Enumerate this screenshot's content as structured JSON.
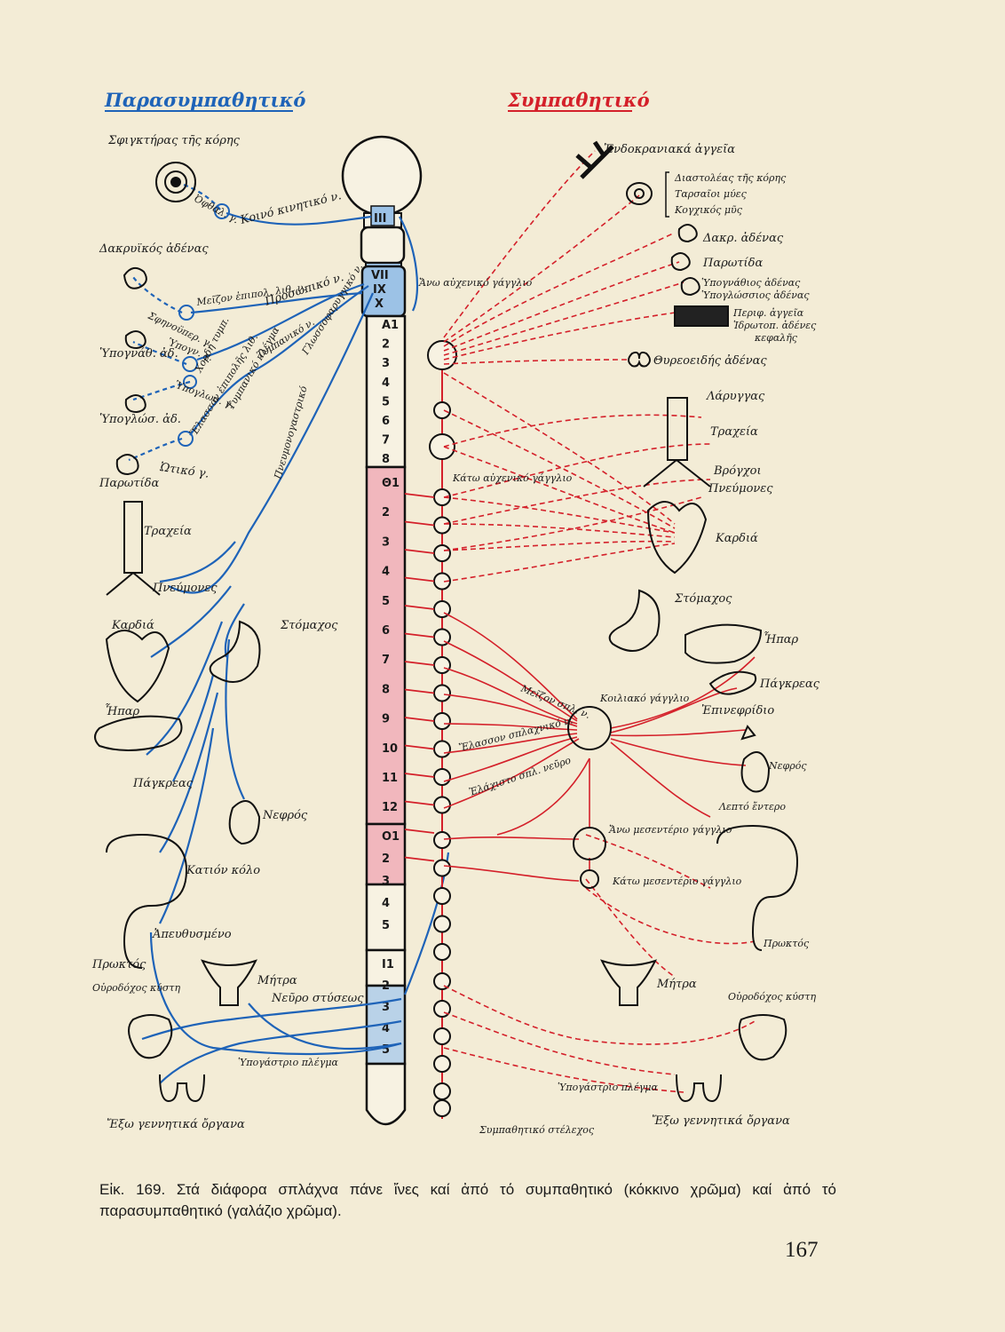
{
  "headers": {
    "parasympathetic": "Παρασυμπαθητικό",
    "sympathetic": "Συμπαθητικό"
  },
  "cord": {
    "cranial": [
      "III",
      "VII",
      "IX",
      "X"
    ],
    "cervical": [
      "A1",
      "2",
      "3",
      "4",
      "5",
      "6",
      "7",
      "8"
    ],
    "thoracic": [
      "Θ1",
      "2",
      "3",
      "4",
      "5",
      "6",
      "7",
      "8",
      "9",
      "10",
      "11",
      "12"
    ],
    "lumbar": [
      "O1",
      "2",
      "3",
      "4",
      "5"
    ],
    "sacral": [
      "I1",
      "2",
      "3",
      "4",
      "5"
    ]
  },
  "para_labels": {
    "sphincter": "Σφιγκτήρας τῆς κόρης",
    "ophthalmic": "Ὀφθαλ. γ.",
    "oculomotor": "Κοινό κινητικό ν.",
    "lacrimal": "Δακρυϊκός ἀδένας",
    "greater_petrosal": "Μεῖζον ἐπιπολ. λιθ. ν.",
    "pterygopalatine": "Σφηνοϋπερ. γ.",
    "facial": "Προσωπικό ν.",
    "submandibular_g": "Ὑπογν. γ.",
    "chorda": "Χορδή τυμπ.",
    "submandibular": "Ὑπογνάθ. ἀδ.",
    "sublingual_g": "Ὑπογλωσ. γ.",
    "tympanic": "Τυμπανικό ν.",
    "glossopharyngeal": "Γλωσσοφαρυγγικό ν.",
    "tympanic_plexus": "Τυμπανικό πλέγμα",
    "lesser_petrosal": "Ἔλασσον ἐπιπολῆς λιθ.",
    "sublingual": "Ὑπογλώσ. ἀδ.",
    "otic": "Ὠτικό γ.",
    "parotid": "Παρωτίδα",
    "vagus": "Πνευμονογαστρικό",
    "trachea": "Τραχεία",
    "lungs": "Πνεύμονες",
    "heart": "Καρδιά",
    "stomach": "Στόμαχος",
    "liver": "Ἧπαρ",
    "pancreas": "Πάγκρεας",
    "kidney": "Νεφρός",
    "colon": "Κατιόν κόλο",
    "rectum_sigmoid": "Ἀπευθυσμένο",
    "rectum": "Πρωκτός",
    "uterus": "Μήτρα",
    "pelvic_nerve": "Νεῦρο στύσεως",
    "bladder": "Οὐροδόχος κύστη",
    "hypogastric": "Ὑπογάστριο πλέγμα",
    "genitals": "Ἔξω γεννητικά ὄργανα"
  },
  "symp_labels": {
    "intracranial": "Ἐνδοκρανιακά ἀγγεῖα",
    "dilator": "Διαστολέας τῆς κόρης",
    "tarsal": "Ταρσαῖοι μύες",
    "orbital": "Κογχικός μῦς",
    "lacrimal": "Δακρ. ἀδένας",
    "parotid": "Παρωτίδα",
    "submandibular": "Ὑπογνάθιος ἀδένας",
    "sublingual": "Ὑπογλώσσιος ἀδένας",
    "peripheral_vessels": "Περιφ. ἀγγεῖα",
    "sweat": "Ἱδρωτοπ. ἀδένες",
    "head": "κεφαλῆς",
    "thyroid": "Θυρεοειδής ἀδένας",
    "larynx": "Λάρυγγας",
    "trachea": "Τραχεία",
    "bronchi": "Βρόγχοι",
    "lungs": "Πνεύμονες",
    "heart": "Καρδιά",
    "stomach": "Στόμαχος",
    "liver": "Ἧπαρ",
    "pancreas": "Πάγκρεας",
    "adrenal": "Ἐπινεφρίδιο",
    "kidney": "Νεφρός",
    "small_intestine": "Λεπτό ἔντερο",
    "rectum": "Πρωκτός",
    "uterus": "Μήτρα",
    "bladder": "Οὐροδόχος κύστη",
    "hypogastric": "Ὑπογάστριο πλέγμα",
    "genitals": "Ἔξω γεννητικά ὄργανα",
    "sup_cervical": "Ἄνω αὐχενικό γάγγλιο",
    "inf_cervical": "Κάτω αὐχενικό γάγγλιο",
    "celiac": "Κοιλιακό γάγγλιο",
    "greater_splanchnic": "Μεῖζον σπλ. ν.",
    "lesser_splanchnic": "Ἔλασσον σπλαχνικό ν.",
    "least_splanchnic": "Ἐλάχιστο σπλ. νεῦρο",
    "sup_mesenteric": "Ἄνω μεσεντέριο γάγγλιο",
    "inf_mesenteric": "Κάτω μεσεντέριο γάγγλιο",
    "trunk": "Συμπαθητικό στέλεχος"
  },
  "caption": "Εἰκ. 169. Στά διάφορα σπλάχνα πάνε ἴνες καί ἀπό τό συμπαθητικό (κόκκινο χρῶμα) καί ἀπό τό παρασυμπαθητικό (γαλάζιο χρῶμα).",
  "page_number": "167",
  "colors": {
    "parasympathetic": "#1e63b8",
    "sympathetic": "#d4202a",
    "paper": "#f3ecd6",
    "thoracic_fill": "#f1b7bd",
    "sacral_fill": "#b9d2e8"
  }
}
